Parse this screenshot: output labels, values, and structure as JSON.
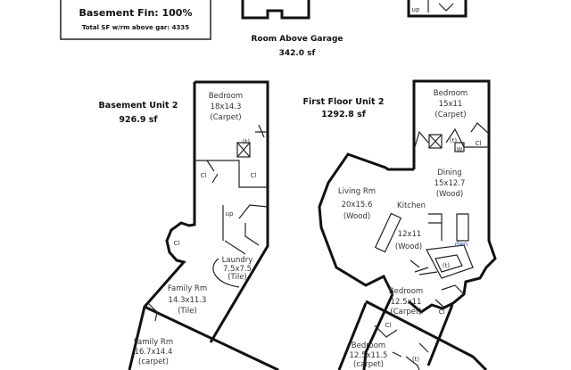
{
  "summary_box": {
    "basement_fin": "Basement Fin:  100%",
    "total_sf": "Total SF w/rm above gar:  4335"
  },
  "garage": {
    "title": "Room Above Garage",
    "area": "342.0 sf",
    "stair_label": "up"
  },
  "basement": {
    "title": "Basement Unit 2",
    "area": "926.9 sf",
    "rooms": [
      {
        "name": "Bedroom",
        "size": "18x14.3",
        "floor": "(Carpet)"
      },
      {
        "name": "Laundry",
        "size": "7.5x7.5",
        "floor": "(Tile)"
      },
      {
        "name": "Family Rm",
        "size": "14.3x11.3",
        "floor": "(Tile)"
      },
      {
        "name": "Family Rm",
        "size": "16.7x14.4",
        "floor": "(carpet)"
      }
    ],
    "labels": {
      "closet": "Cl",
      "toilet": "(t)",
      "stairs": "up"
    }
  },
  "first_floor": {
    "title": "First Floor Unit 2",
    "area": "1292.8 sf",
    "rooms": [
      {
        "name": "Bedroom",
        "size": "15x11",
        "floor": "(Carpet)"
      },
      {
        "name": "Dining",
        "size": "15x12.7",
        "floor": "(Wood)"
      },
      {
        "name": "Living Rm",
        "size": "20x15.6",
        "floor": "(Wood)"
      },
      {
        "name": "Kitchen",
        "size": "12x11",
        "floor": "(Wood)"
      },
      {
        "name": "Bedroom",
        "size": "12.5x11",
        "floor": "(Carpet)"
      },
      {
        "name": "Bedroom",
        "size": "12.5x11.5",
        "floor": "(carpet)"
      }
    ],
    "labels": {
      "closet": "Cl",
      "toilet": "(t)",
      "washer": "W",
      "stairs": "dwn"
    }
  }
}
